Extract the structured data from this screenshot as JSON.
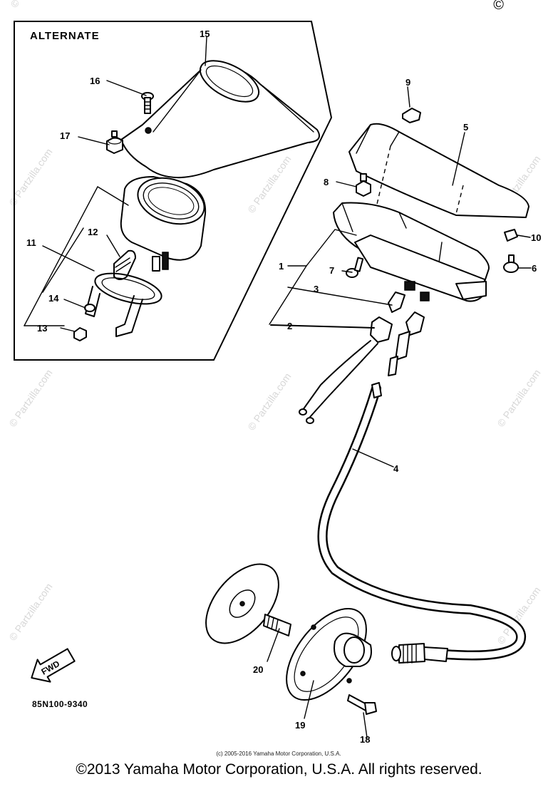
{
  "diagram": {
    "section_title": "ALTERNATE",
    "part_code": "85N100-9340",
    "direction_label": "FWD",
    "watermark": "© Partzilla.com",
    "small_copyright": "(c) 2005-2016 Yamaha Motor Corporation, U.S.A.",
    "corner_mark": "©",
    "callouts": {
      "c1": "1",
      "c2": "2",
      "c3": "3",
      "c4": "4",
      "c5": "5",
      "c6": "6",
      "c7": "7",
      "c8": "8",
      "c9": "9",
      "c10": "10",
      "c11": "11",
      "c12": "12",
      "c13": "13",
      "c14": "14",
      "c15": "15",
      "c16": "16",
      "c17": "17",
      "c18": "18",
      "c19": "19",
      "c20": "20"
    }
  },
  "footer": {
    "copyright": "©2013 Yamaha Motor Corporation, U.S.A. All rights reserved."
  }
}
